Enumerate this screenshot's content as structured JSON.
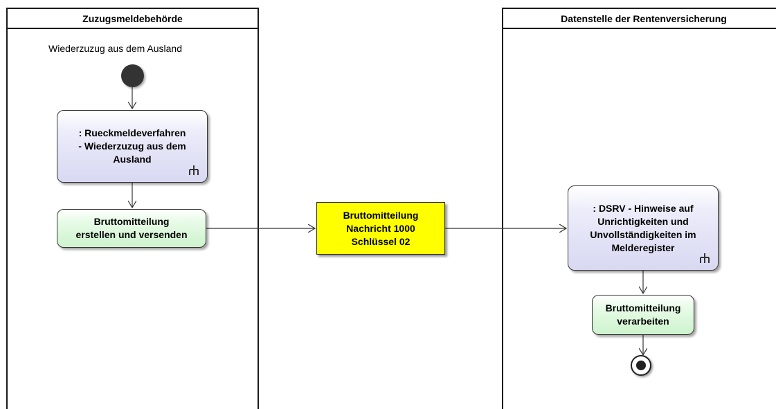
{
  "lanes": {
    "left_title": "Zuzugsmeldebehörde",
    "right_title": "Datenstelle der Rentenversicherung"
  },
  "start_label": "Wiederzuzug aus dem Ausland",
  "nodes": {
    "subprocess_rueckmelde": [
      ": Rueckmeldeverfahren",
      "- Wiederzuzug aus dem",
      "Ausland"
    ],
    "action_erstellen": [
      "Bruttomitteilung",
      "erstellen und versenden"
    ],
    "object_nachricht": [
      "Bruttomitteilung",
      "Nachricht 1000",
      "Schlüssel 02"
    ],
    "subprocess_dsrv": [
      ": DSRV - Hinweise auf",
      "Unrichtigkeiten und",
      "Unvollständigkeiten im",
      "Melderegister"
    ],
    "action_verarbeiten": [
      "Bruttomitteilung",
      "verarbeiten"
    ]
  },
  "colors": {
    "subprocess_fill": "#d8d8f2",
    "action_fill": "#cdf3cd",
    "object_fill": "#ffff00",
    "line": "#333333"
  }
}
